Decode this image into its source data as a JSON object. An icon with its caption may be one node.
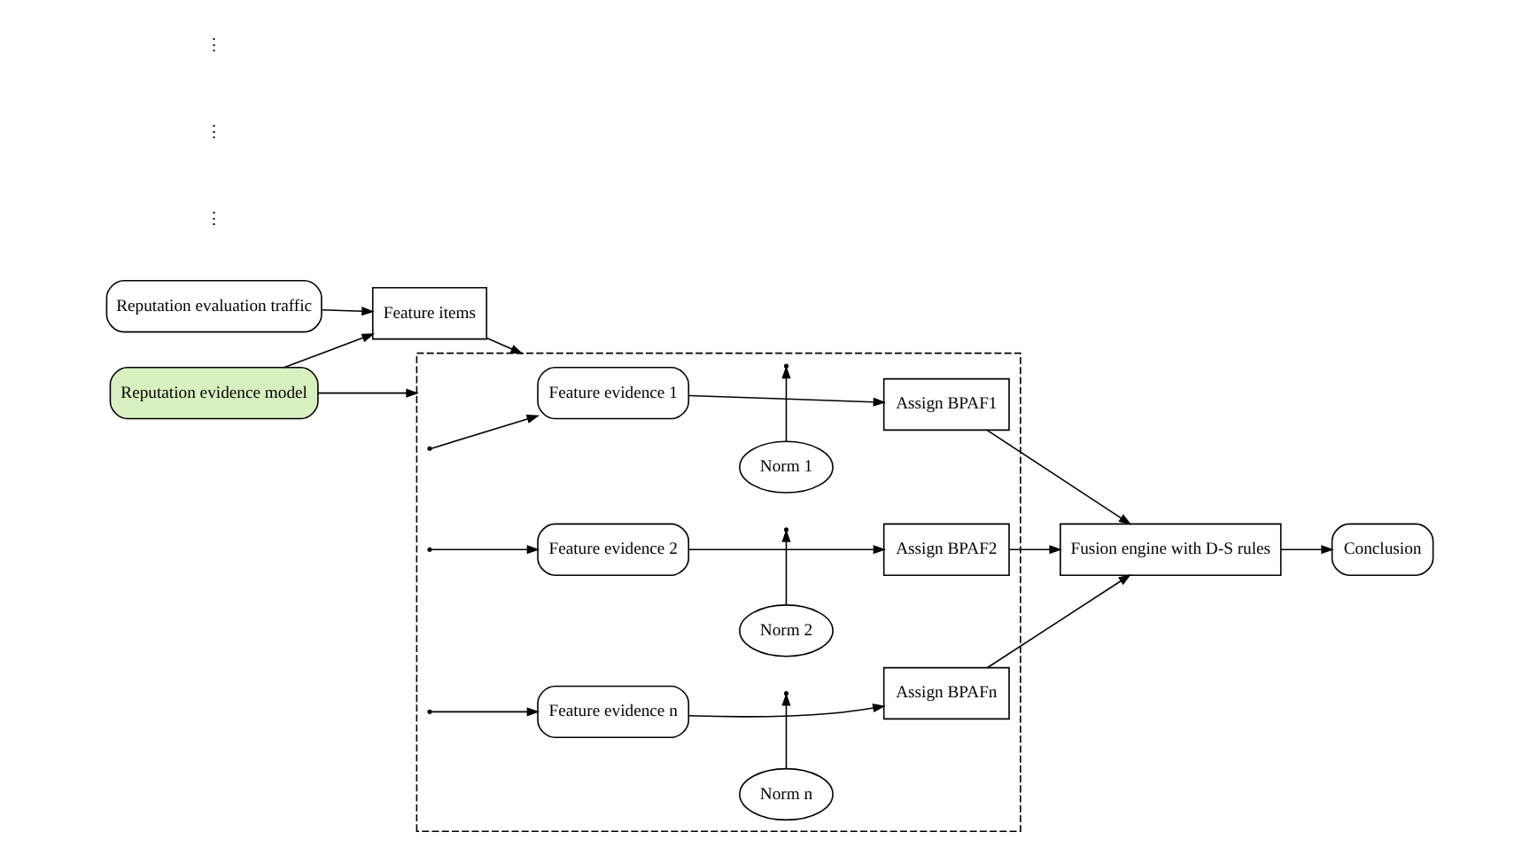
{
  "diagram": {
    "nodes": [
      {
        "text": [
          "Reputation evidence model"
        ]
      },
      {
        "text": [
          "Feature items"
        ]
      },
      {
        "text": [
          "Reputation evaluation traffic"
        ]
      },
      {
        "text": [],
        "shape": "box"
      },
      {
        "text": [
          "Feature evidence 1"
        ],
        "in": 3
      },
      {
        "text": [
          "Feature evidence 2"
        ],
        "in": 3
      },
      {
        "text": [
          "Feature evidence n"
        ],
        "in": 3
      },
      {
        "text": [
          "Norm 1"
        ],
        "in": 3
      },
      {
        "text": [
          "Norm 2"
        ],
        "in": 3
      },
      {
        "text": [
          "Norm n"
        ],
        "in": 3
      },
      {
        "text": [
          "Assign BPAF1"
        ],
        "in": 3
      },
      {
        "text": [
          "Assign BPAF2"
        ],
        "in": 3
      },
      {
        "text": [
          "Assign BPAFn"
        ],
        "in": 3
      },
      {
        "text": [
          "Fusion engine with D-S rules"
        ]
      },
      {
        "text": [
          "Conclusion"
        ]
      }
    ],
    "edges": [
      {
        "from": 0,
        "to": 1,
        "arrow": "to"
      },
      {
        "from": 2,
        "to": 1,
        "arrow": "to"
      },
      {
        "from": 0,
        "to": 3,
        "arrow": "to"
      },
      {
        "from": 1,
        "to": 3,
        "arrow": "to"
      },
      {
        "from": 3,
        "to": 4,
        "arrow": "to"
      },
      {
        "from": 3,
        "to": 5,
        "arrow": "to"
      },
      {
        "from": 3,
        "to": 6,
        "arrow": "to"
      },
      {
        "from": 4,
        "to": 10,
        "arrow": "to"
      },
      {
        "from": 5,
        "to": 11,
        "arrow": "to"
      },
      {
        "from": 6,
        "to": 12,
        "arrow": "to"
      },
      {
        "from": 7,
        "to": null,
        "arrow": "to"
      },
      {
        "from": 8,
        "to": null,
        "arrow": "to"
      },
      {
        "from": 9,
        "to": null,
        "arrow": "to"
      },
      {
        "from": 10,
        "to": 13,
        "arrow": "to"
      },
      {
        "from": 11,
        "to": 13,
        "arrow": "to"
      },
      {
        "from": 12,
        "to": 13,
        "arrow": "to"
      },
      {
        "from": 13,
        "to": 14,
        "arrow": "to"
      }
    ],
    "labels": [
      "⋮",
      "⋮",
      "⋮"
    ]
  }
}
